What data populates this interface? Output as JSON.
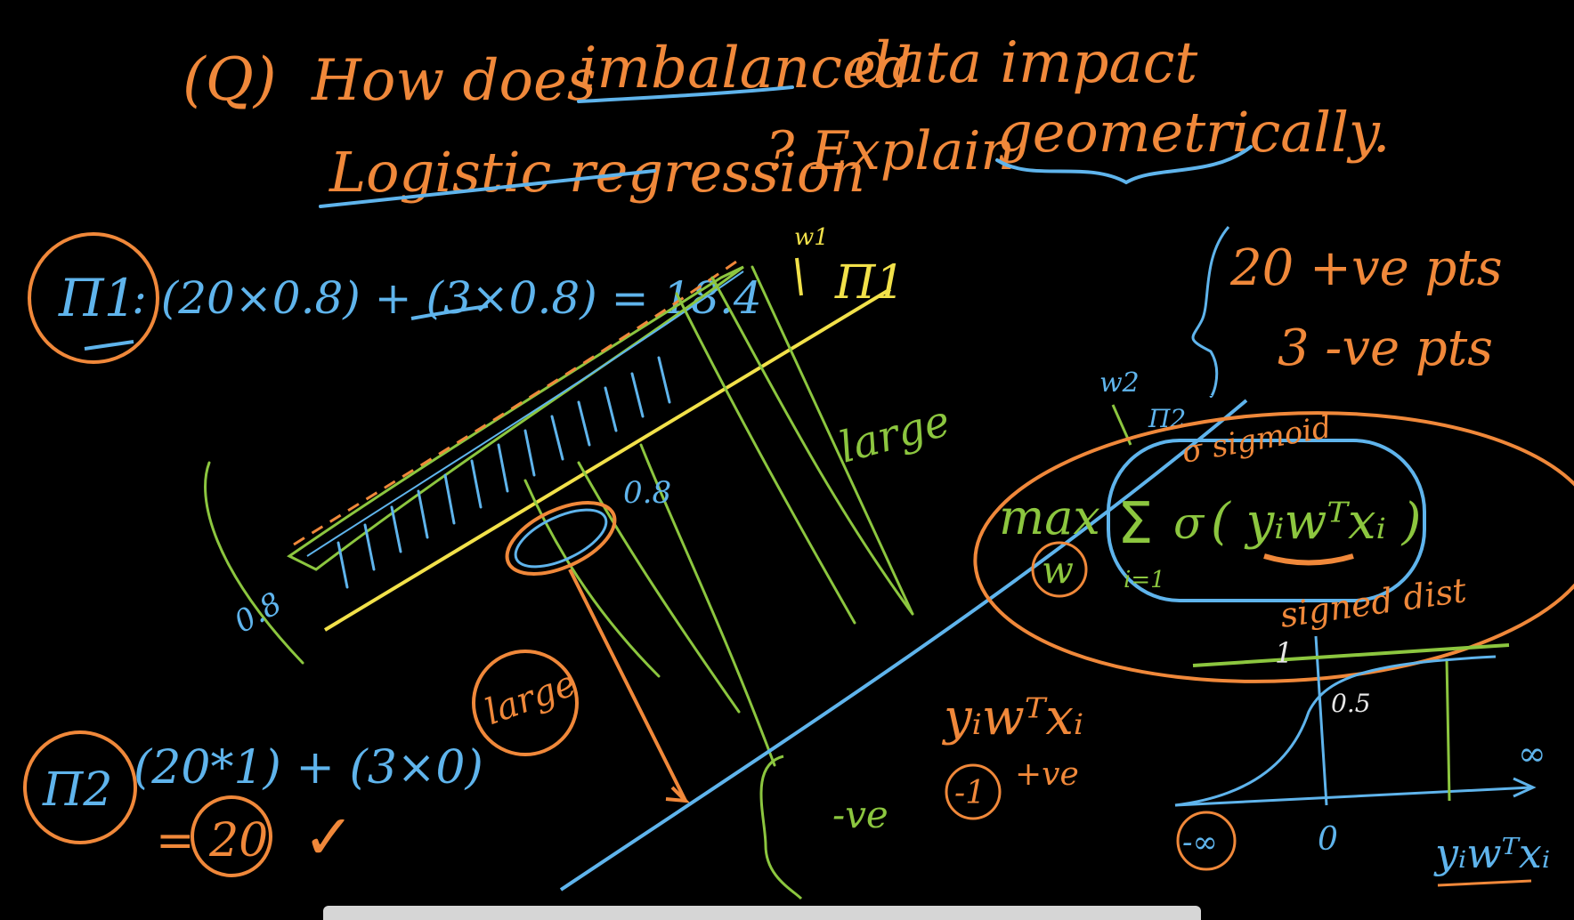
{
  "colors": {
    "background": "#000000",
    "orange": "#f0883a",
    "blue": "#5fb4ec",
    "green": "#8cc63f",
    "yellow": "#f2e14a",
    "white": "#e6e6e6"
  },
  "question": {
    "prefix": "(Q)",
    "line1_a": "How does",
    "line1_b": "imbalanced",
    "line1_c": "data impact",
    "line2_a": "Logistic regression",
    "line2_b": "? Explain",
    "line2_c": "geometrically."
  },
  "plane1": {
    "label": "Π1",
    "formula": ": (20×0.8) + (3×0.8) = 18.4",
    "plane_label": "Π1",
    "normal_label": "w1"
  },
  "plane2": {
    "label": "Π2",
    "formula": "(20*1) + (3×0)",
    "result": "= 20",
    "check": "✓",
    "circled_note": "large"
  },
  "annotations": {
    "large_right": "large",
    "dist_left": "0.8",
    "dist_mid": "0.8",
    "normal2": "w2",
    "pi2_small": "Π2",
    "negative": "-ve",
    "signed_dist": "signed dist",
    "sigmoid": "σ sigmoid"
  },
  "counts": {
    "positive": "20 +ve pts",
    "negative": "3 -ve pts"
  },
  "objective": {
    "max": "max",
    "w": "w",
    "sum": "Σ",
    "i_from": "i=1",
    "sigma": "σ",
    "body": "( yᵢwᵀxᵢ )"
  },
  "yiwx": {
    "expr": "yᵢwᵀxᵢ",
    "minus_one": "-1",
    "plus_ve": "+ve"
  },
  "sigmoid_plot": {
    "y_one": "1",
    "y_half": "0.5",
    "x_neg_inf": "-∞",
    "x_zero": "0",
    "x_pos_inf": "∞",
    "x_label": "yᵢwᵀxᵢ"
  }
}
